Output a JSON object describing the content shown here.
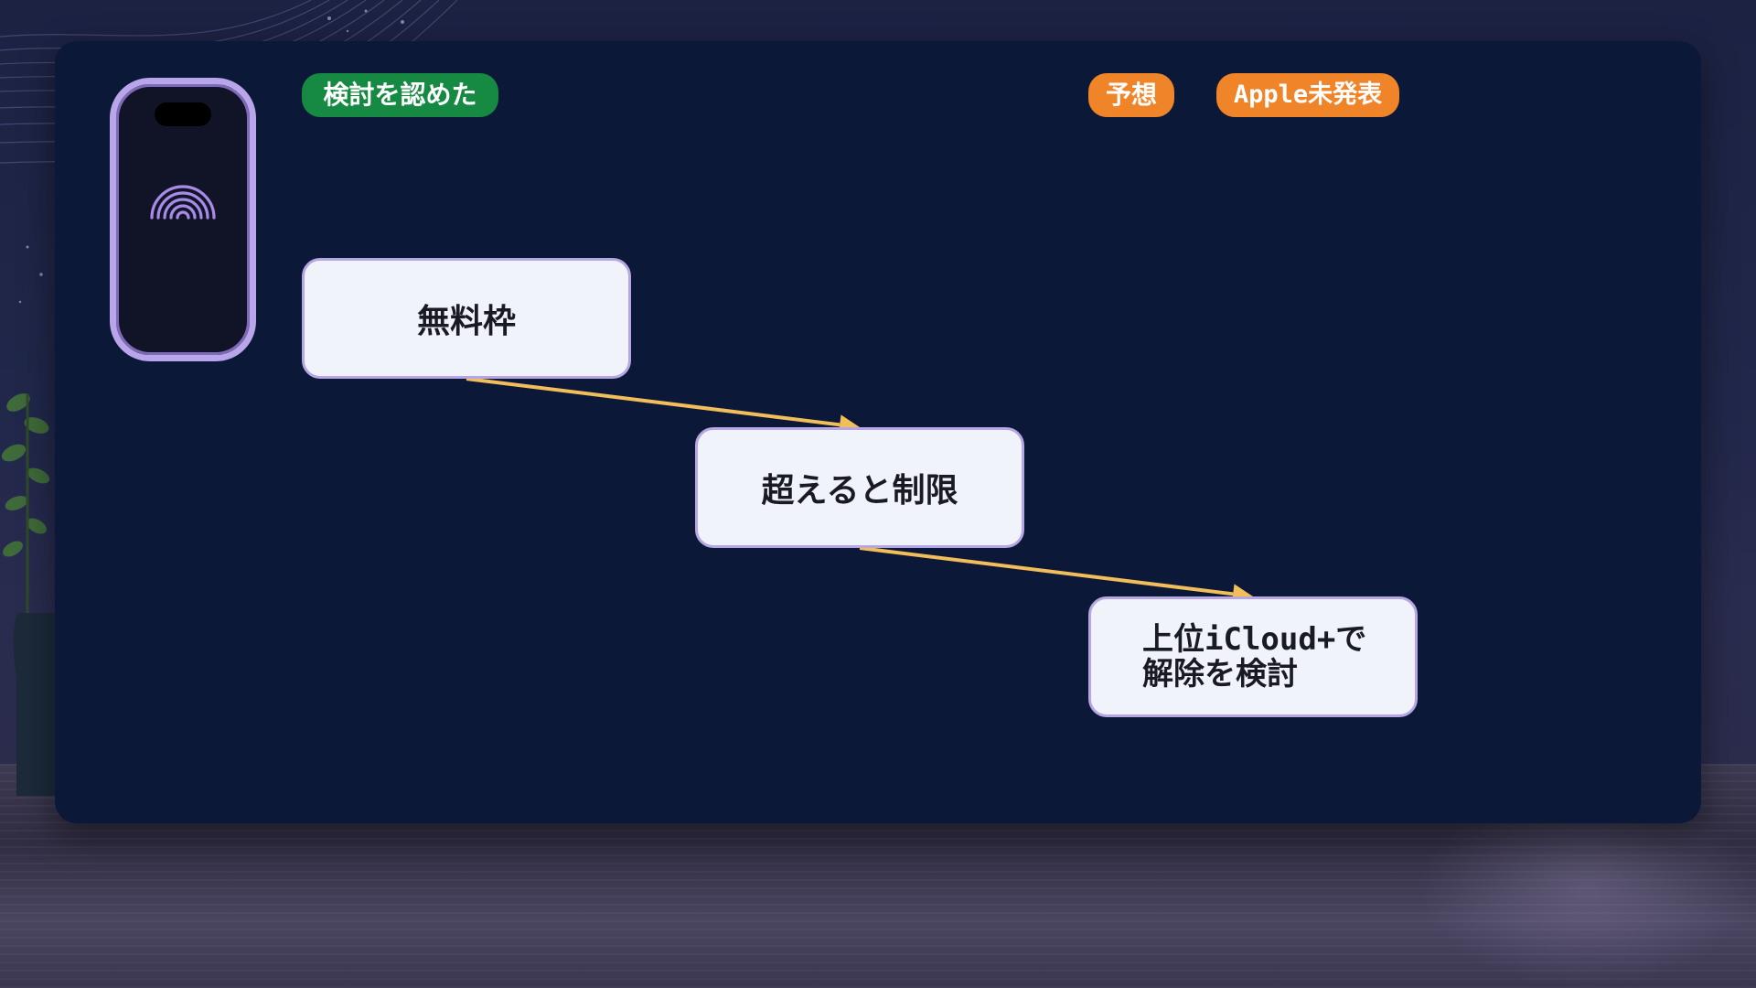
{
  "badges": {
    "status_confirmed": "検討を認めた",
    "status_forecast": "予想",
    "status_unannounced": "Apple未発表"
  },
  "flow": {
    "nodes": [
      {
        "label": "無料枠"
      },
      {
        "label": "超えると制限"
      },
      {
        "label": "上位iCloud+で\n解除を検討"
      }
    ],
    "edge_color": "#f2be5a"
  },
  "colors": {
    "badge_green": "#168a43",
    "badge_orange": "#f08428",
    "panel": "#0b1838",
    "node_border": "#b6a7e4",
    "phone_accent": "#b9a6ea"
  },
  "icons": {
    "phone": "smartphone-icon",
    "logo": "rainbow-arc-icon"
  }
}
